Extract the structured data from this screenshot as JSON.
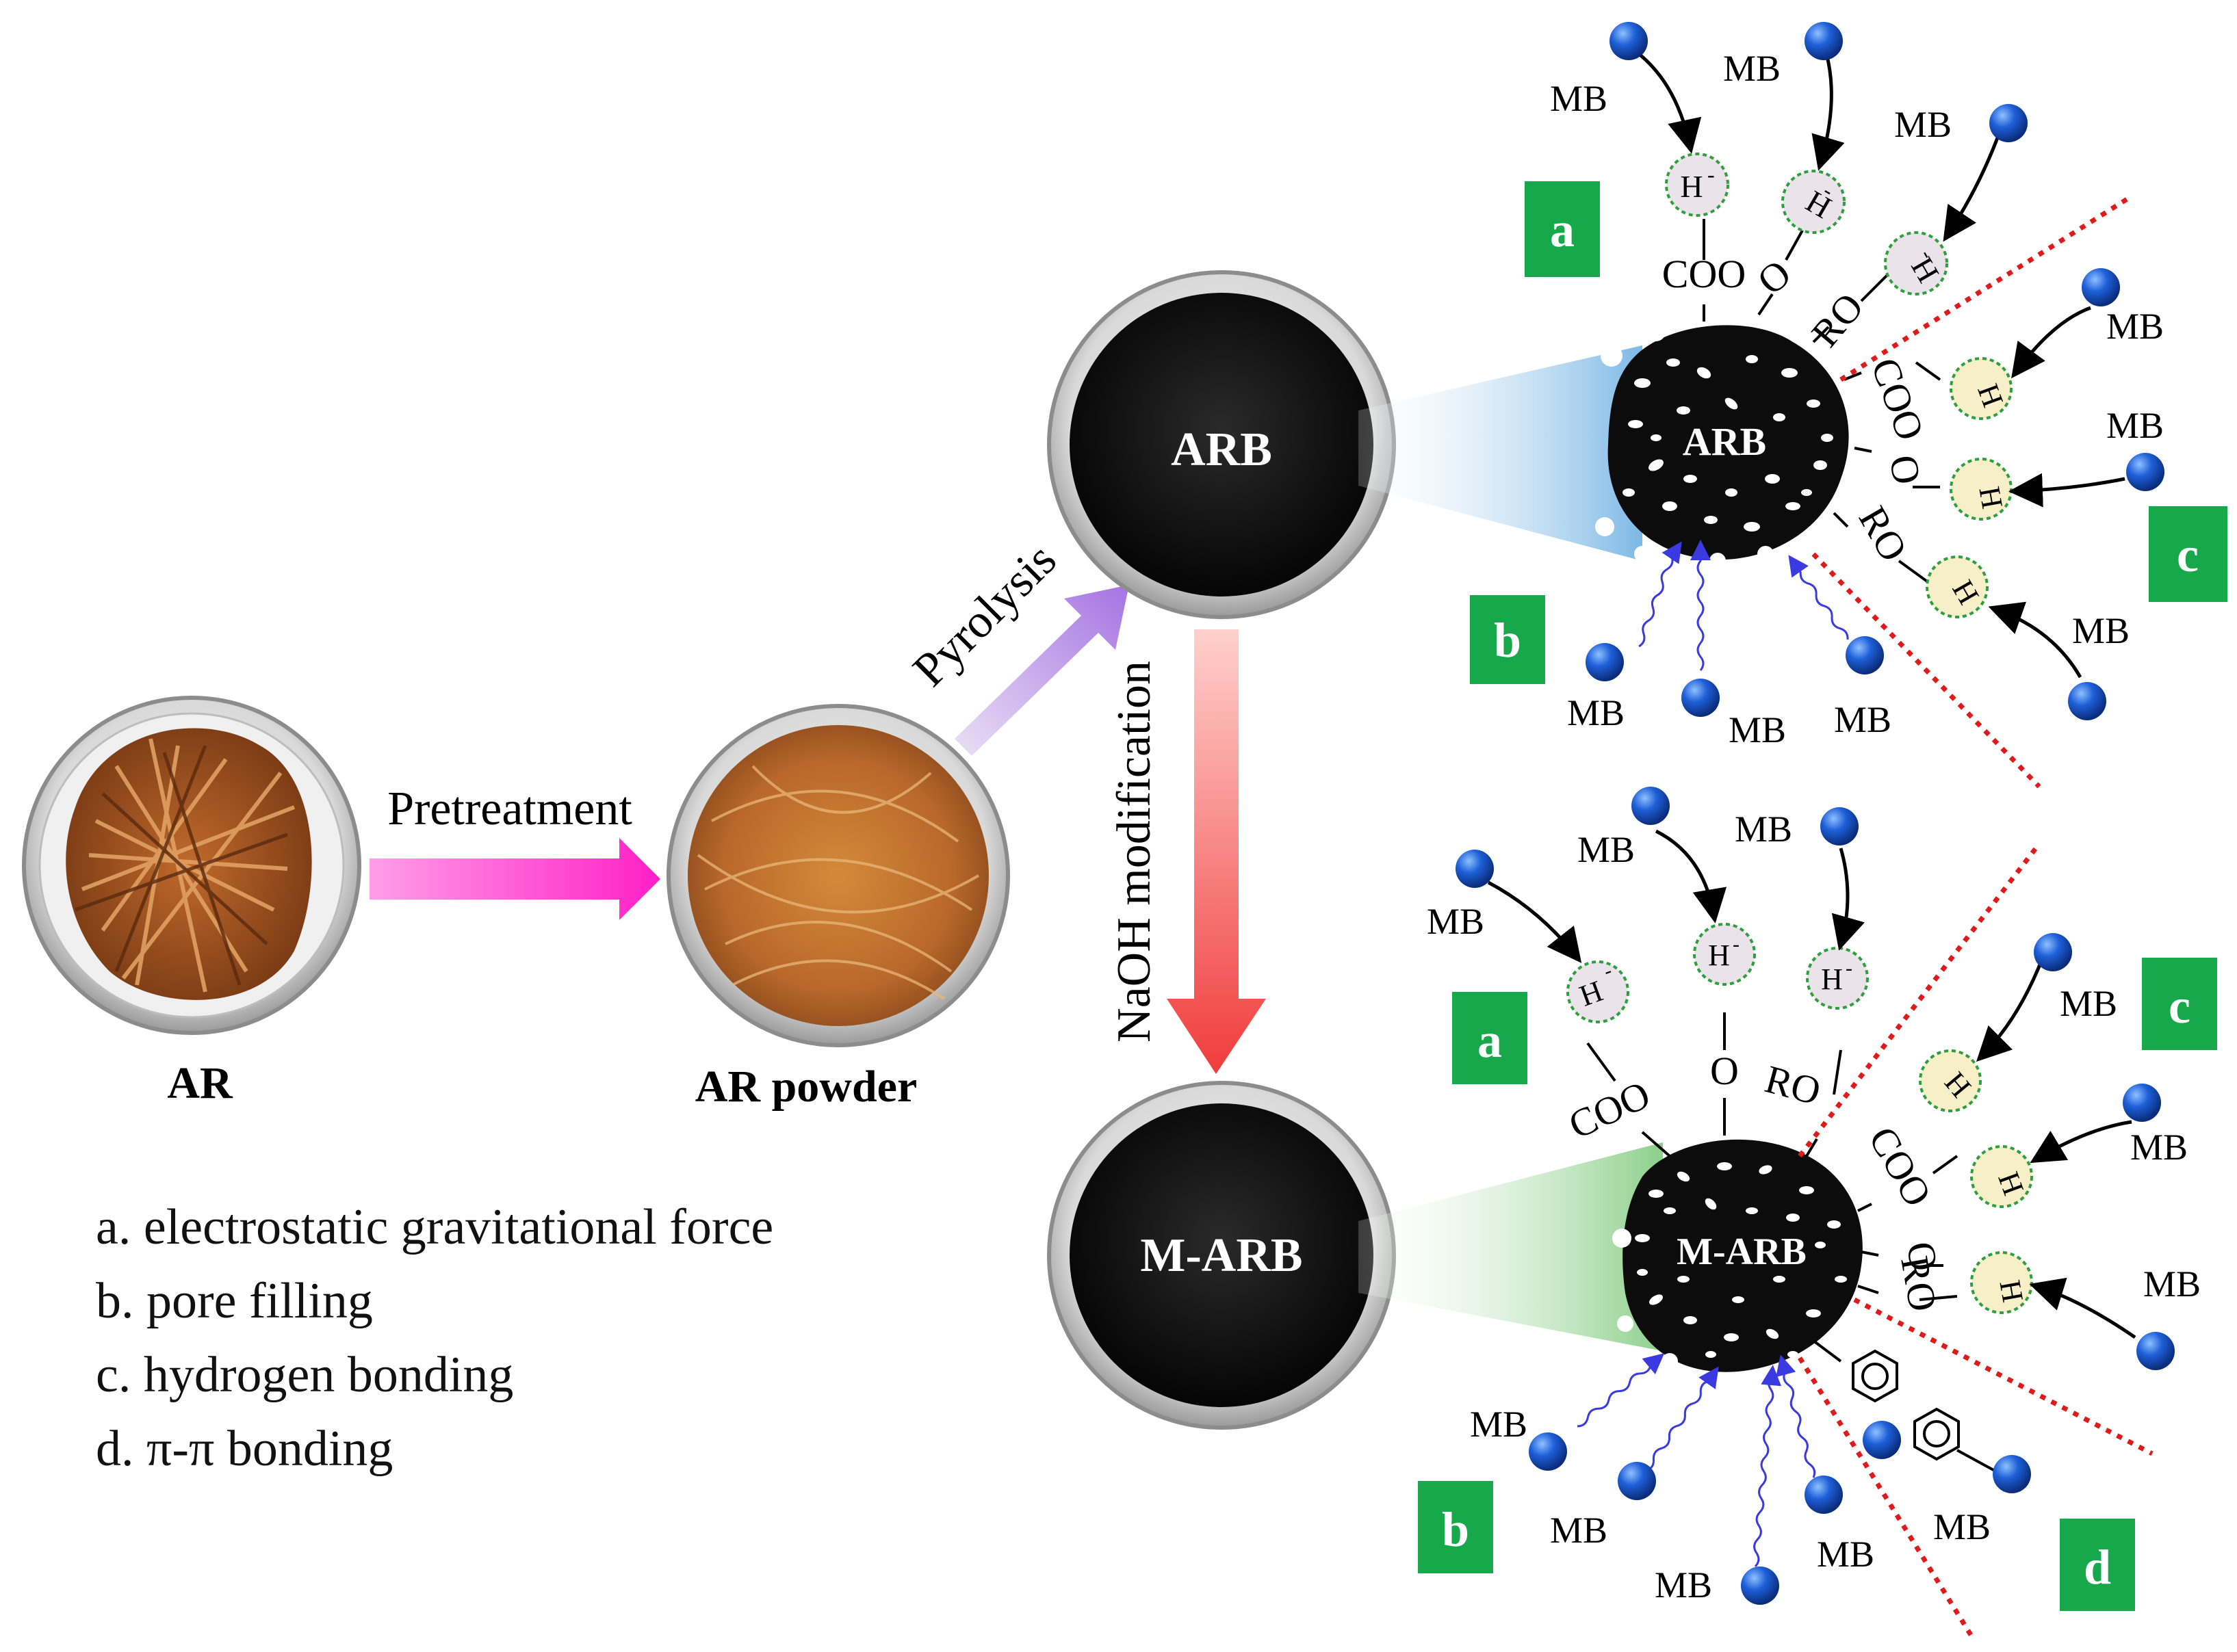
{
  "labels": {
    "ar": "AR",
    "ar_powder": "AR  powder",
    "pretreatment": "Pretreatment",
    "pyrolysis": "Pyrolysis",
    "naoh": "NaOH modification",
    "arb_dish": "ARB",
    "marb_dish": "M-ARB",
    "arb_particle": "ARB",
    "marb_particle": "M-ARB"
  },
  "mechanism_boxes": {
    "a": "a",
    "b": "b",
    "c": "c",
    "d": "d"
  },
  "legend": [
    "a. electrostatic gravitational force",
    "b. pore filling",
    "c. hydrogen bonding",
    "d. π-π bonding"
  ],
  "molecule_label": "MB",
  "groups": {
    "coo": "COO",
    "o": "O",
    "ro": "RO",
    "h_minus": "H",
    "minus": "-",
    "h": "H"
  },
  "colors": {
    "mechanism_box": "#16a84a",
    "mb_sphere": "#1e5fd8",
    "h_minus_fill": "#ebe3ea",
    "h_fill": "#f6efc7",
    "dotted_border": "#2e9e3e",
    "red_dotted": "#e01a1a",
    "pore_arrow": "#3a3ae0",
    "pretreatment_arrow": "#ff3fd0",
    "pyrolysis_arrow": "#b58ae6",
    "naoh_arrow": "#f04848"
  }
}
